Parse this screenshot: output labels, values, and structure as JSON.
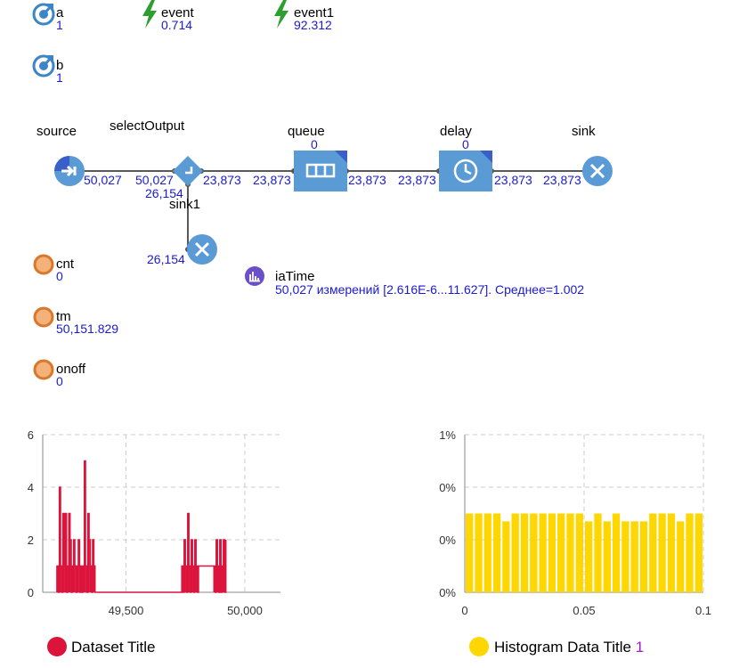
{
  "params": [
    {
      "name": "a",
      "value": "1"
    },
    {
      "name": "b",
      "value": "1"
    }
  ],
  "events": [
    {
      "name": "event",
      "value": "0.714"
    },
    {
      "name": "event1",
      "value": "92.312"
    }
  ],
  "variables": [
    {
      "name": "cnt",
      "value": "0"
    },
    {
      "name": "tm",
      "value": "50,151.829"
    },
    {
      "name": "onoff",
      "value": "0"
    }
  ],
  "blocks": {
    "source": {
      "label": "source",
      "out": "50,027"
    },
    "selectOutput": {
      "label": "selectOutput",
      "in": "50,027",
      "out_true": "23,873",
      "out_false": "26,154"
    },
    "queue": {
      "label": "queue",
      "count": "0",
      "in": "23,873",
      "out": "23,873"
    },
    "delay": {
      "label": "delay",
      "count": "0",
      "in": "23,873",
      "out": "23,873"
    },
    "sink": {
      "label": "sink",
      "in": "23,873"
    },
    "sink1": {
      "label": "sink1",
      "in": "26,154"
    }
  },
  "stat": {
    "name": "iaTime",
    "summary": "50,027 измерений [2.616E-6...11.627]. Среднее=1.002"
  },
  "colors": {
    "block_blue": "#5b9bd5",
    "param_icon": "#3d85c6",
    "event_green": "#2e9e2e",
    "variable_orange": "#d9772a",
    "stat_purple": "#6a4fc8",
    "value_blue": "#1a1acf",
    "series_red": "#dc143c",
    "hist_yellow": "#ffd700"
  },
  "chart_data": [
    {
      "type": "line",
      "title": "",
      "ylim": [
        0,
        6
      ],
      "y_ticks": [
        "0",
        "2",
        "4",
        "6"
      ],
      "xlim": [
        49150,
        50150
      ],
      "x_ticks": [
        {
          "value": 49500,
          "label": "49,500"
        },
        {
          "value": 50000,
          "label": "50,000"
        }
      ],
      "grid": true,
      "legend": "bottom-left",
      "series": [
        {
          "name": "Dataset Title",
          "color": "#dc143c",
          "x": [
            49210,
            49215,
            49220,
            49225,
            49230,
            49235,
            49240,
            49245,
            49250,
            49255,
            49260,
            49265,
            49270,
            49275,
            49280,
            49285,
            49290,
            49295,
            49300,
            49305,
            49310,
            49315,
            49320,
            49325,
            49330,
            49335,
            49340,
            49345,
            49350,
            49355,
            49360,
            49365,
            49370,
            49735,
            49740,
            49745,
            49750,
            49755,
            49760,
            49765,
            49770,
            49775,
            49780,
            49785,
            49790,
            49795,
            49800,
            49805,
            49870,
            49875,
            49880,
            49885,
            49890,
            49895,
            49900,
            49905,
            49910,
            49915,
            49920
          ],
          "y": [
            1,
            0,
            4,
            1,
            0,
            3,
            1,
            3,
            0,
            1,
            3,
            2,
            0,
            1,
            2,
            1,
            0,
            1,
            2,
            0,
            1,
            0,
            1,
            5,
            1,
            0,
            3,
            2,
            1,
            0,
            2,
            1,
            0,
            1,
            0,
            2,
            1,
            0,
            3,
            1,
            0,
            2,
            1,
            0,
            2,
            1,
            0,
            1,
            1,
            0,
            2,
            1,
            0,
            2,
            0,
            1,
            2,
            0,
            2
          ]
        }
      ]
    },
    {
      "type": "bar",
      "title": "",
      "ylim": [
        0,
        1
      ],
      "y_ticks": [
        "0%",
        "0%",
        "0%",
        "1%"
      ],
      "xlim": [
        0,
        0.1
      ],
      "x_ticks": [
        {
          "value": 0,
          "label": "0"
        },
        {
          "value": 0.05,
          "label": "0.05"
        },
        {
          "value": 0.1,
          "label": "0.1"
        }
      ],
      "grid": true,
      "legend": "bottom",
      "series": [
        {
          "name": "Histogram Data Title",
          "legend_suffix": "1",
          "color": "#ffd700",
          "bin_width": 0.005,
          "values": [
            0.5,
            0.5,
            0.5,
            0.5,
            0.45,
            0.5,
            0.5,
            0.5,
            0.5,
            0.5,
            0.5,
            0.5,
            0.5,
            0.45,
            0.5,
            0.45,
            0.5,
            0.45,
            0.45,
            0.45,
            0.5,
            0.5,
            0.5,
            0.45,
            0.5,
            0.5
          ]
        }
      ]
    }
  ]
}
